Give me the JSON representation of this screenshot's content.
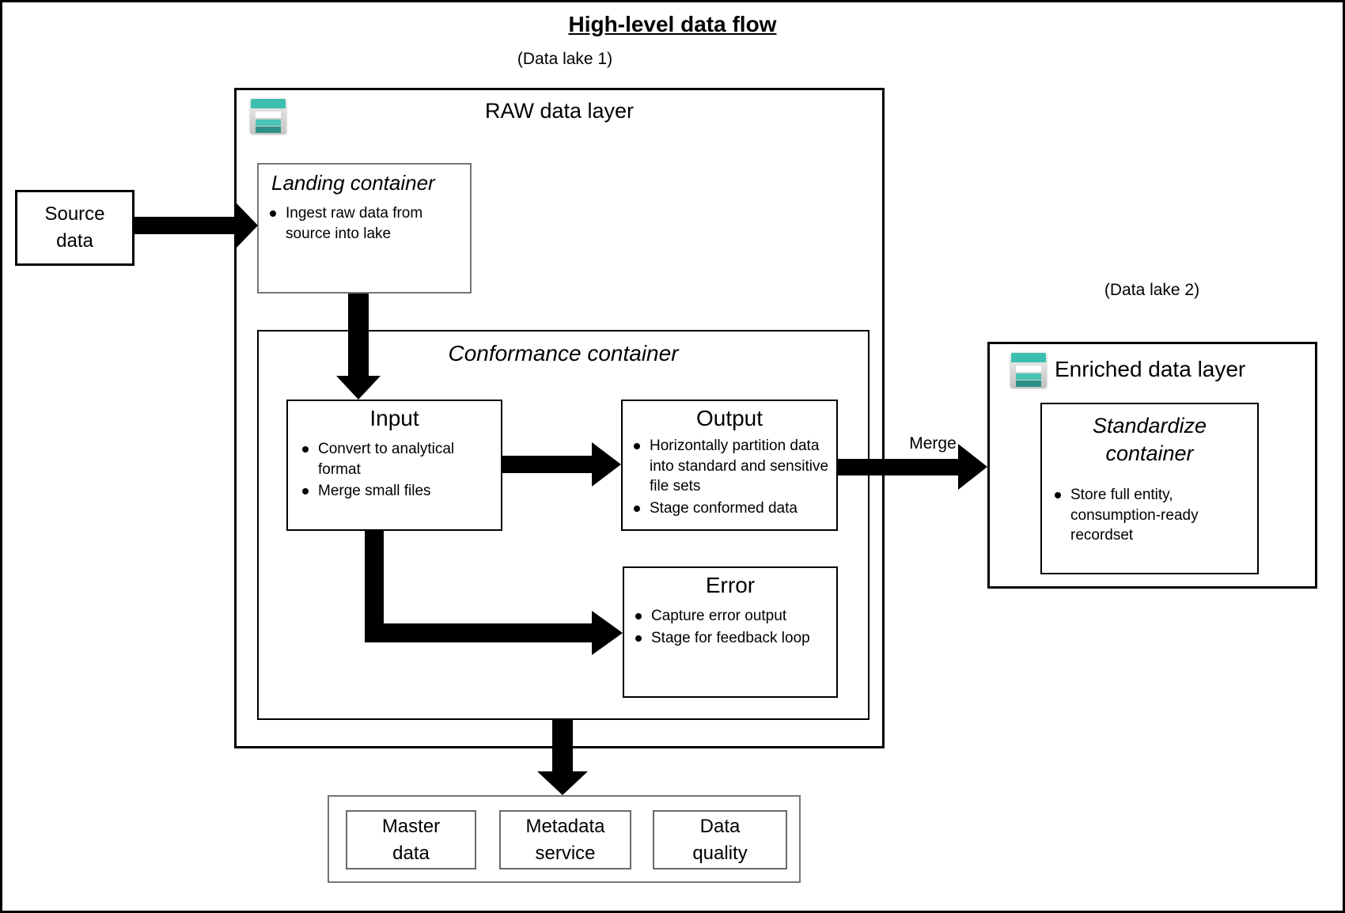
{
  "page": {
    "title": "High-level data flow"
  },
  "labels": {
    "lake1": "(Data lake 1)",
    "lake2": "(Data lake 2)",
    "merge": "Merge"
  },
  "source": {
    "label": "Source data"
  },
  "raw_layer": {
    "title": "RAW data layer",
    "icon": "data-lake-icon",
    "landing": {
      "title": "Landing container",
      "bullets": [
        "Ingest raw data from source into lake"
      ]
    },
    "conformance": {
      "title": "Conformance container",
      "input": {
        "title": "Input",
        "bullets": [
          "Convert to analytical format",
          "Merge small files"
        ]
      },
      "output": {
        "title": "Output",
        "bullets": [
          "Horizontally partition data into standard and sensitive file sets",
          "Stage conformed data"
        ]
      },
      "error": {
        "title": "Error",
        "bullets": [
          "Capture error output",
          "Stage for feedback loop"
        ]
      }
    }
  },
  "enriched_layer": {
    "title": "Enriched data layer",
    "icon": "data-lake-icon",
    "standardize": {
      "title": "Standardize container",
      "bullets": [
        "Store full entity, consumption-ready recordset"
      ]
    }
  },
  "services": {
    "items": [
      "Master data",
      "Metadata service",
      "Data quality"
    ]
  },
  "colors": {
    "icon_teal_top": "#3DBFAF",
    "icon_teal_mid": "#49C3B3",
    "icon_teal_dark": "#2E9186",
    "icon_frame": "#D8D8D8",
    "box_border": "#000000",
    "soft_border": "#757575"
  }
}
